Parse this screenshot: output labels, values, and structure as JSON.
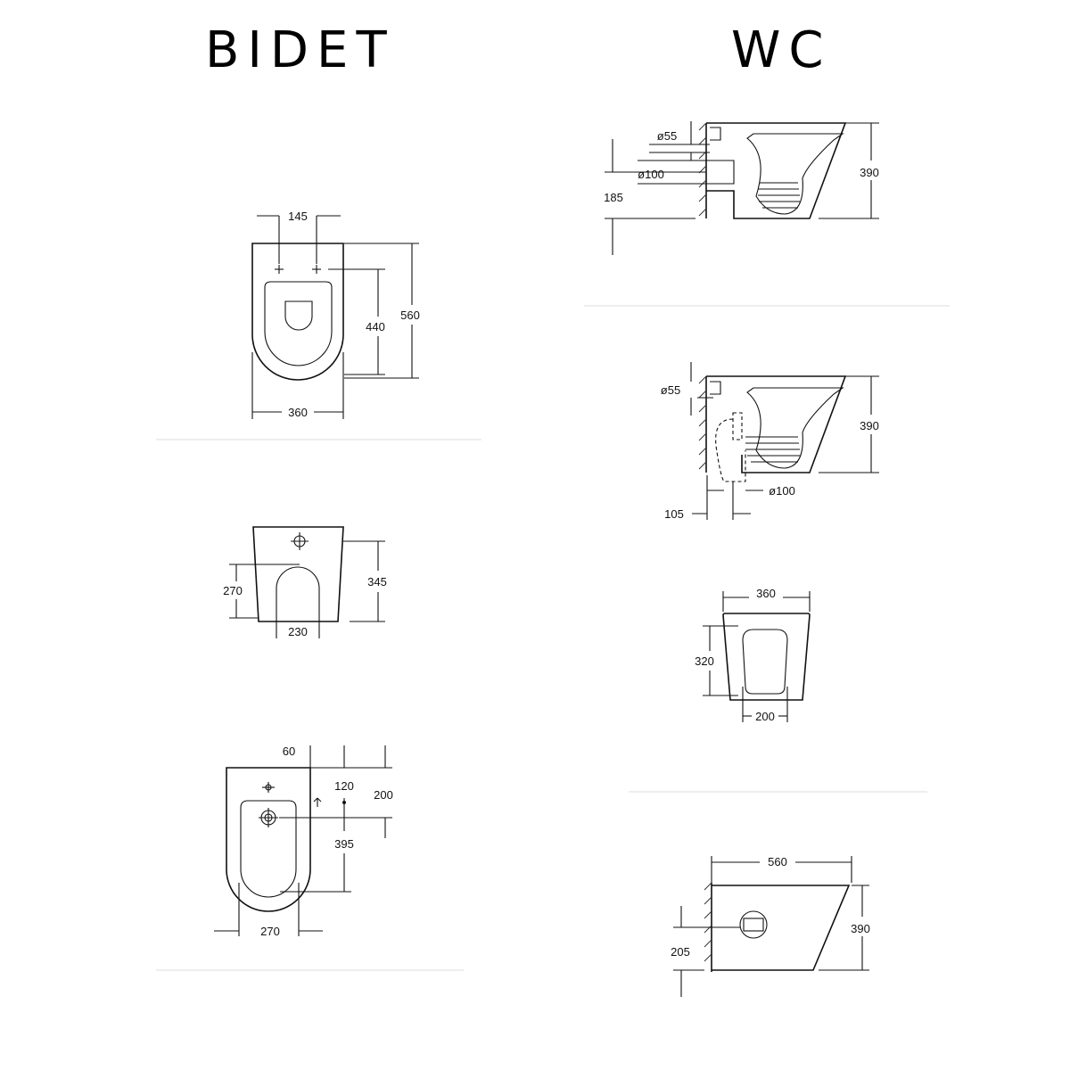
{
  "headings": {
    "bidet": "BIDET",
    "wc": "WC"
  },
  "bidet": {
    "top_view": {
      "tap_spacing": "145",
      "height_to_taps": "440",
      "depth": "560",
      "width": "360"
    },
    "front_view": {
      "bowl_height": "270",
      "height": "345",
      "bowl_width": "230"
    },
    "fixing_view": {
      "offset_a": "60",
      "offset_b": "120",
      "offset_c": "200",
      "offset_d": "395",
      "width": "270"
    }
  },
  "wc": {
    "side_view_1": {
      "inlet_diameter": "ø55",
      "outlet_diameter": "ø100",
      "outlet_height": "185",
      "height": "390"
    },
    "side_view_2": {
      "inlet_diameter": "ø55",
      "height": "390",
      "outlet_diameter": "ø100",
      "outlet_offset": "105"
    },
    "front_view": {
      "width": "360",
      "height": "320",
      "bowl_width": "200"
    },
    "side_view_3": {
      "depth": "560",
      "height": "390",
      "fixing_height": "205"
    }
  }
}
